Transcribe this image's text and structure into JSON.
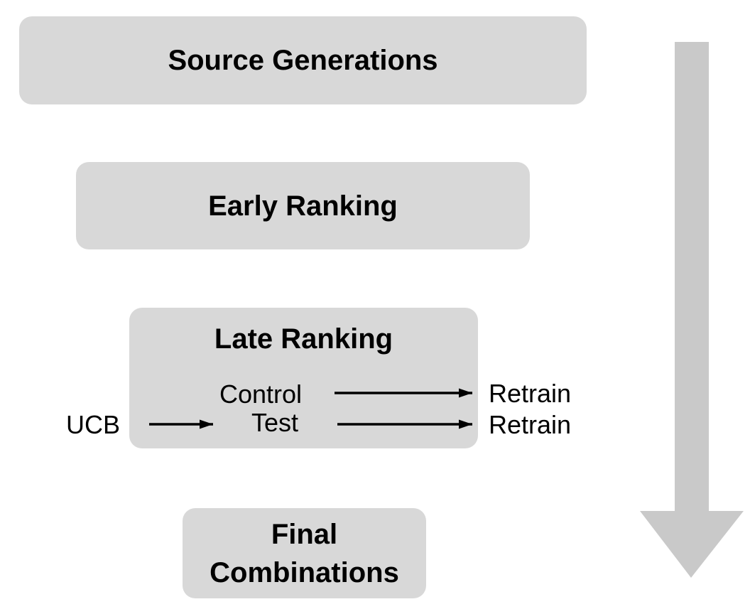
{
  "diagram": {
    "boxes": {
      "source_generations": {
        "label": "Source Generations"
      },
      "early_ranking": {
        "label": "Early Ranking"
      },
      "late_ranking": {
        "label": "Late Ranking"
      },
      "final_combinations": {
        "lines": [
          "Final",
          "Combinations"
        ]
      }
    },
    "flow_labels": {
      "ucb": "UCB",
      "control": "Control",
      "test": "Test",
      "retrain_top": "Retrain",
      "retrain_bottom": "Retrain"
    },
    "icons": {
      "big_down_arrow": "down-arrow",
      "flow_arrows": "right-arrow"
    },
    "colors": {
      "box_fill": "#d8d8d8",
      "big_arrow_fill": "#c9c9c9",
      "arrow_stroke": "#000000",
      "text": "#000000",
      "background": "#ffffff"
    }
  }
}
